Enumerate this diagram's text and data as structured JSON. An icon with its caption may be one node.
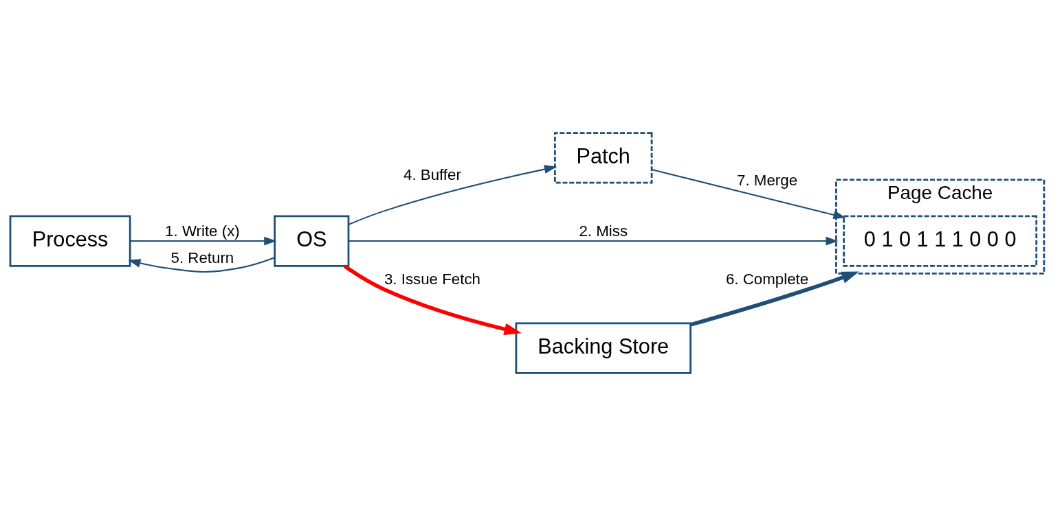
{
  "diagram": {
    "nodes": [
      {
        "text": [
          "Process"
        ]
      },
      {
        "text": [
          "OS"
        ]
      },
      {
        "text": [
          "Patch"
        ]
      },
      {
        "text": [
          "Page Cache"
        ]
      },
      {
        "text": [
          "0 1 0 1 1 1 0 0 0"
        ],
        "in": 3
      },
      {
        "text": [
          "Backing Store"
        ]
      }
    ],
    "edges": [
      {
        "from": 0,
        "to": 1,
        "arrow": "to",
        "label": "1. Write (x)"
      },
      {
        "from": 1,
        "to": 3,
        "arrow": "to",
        "label": "2. Miss"
      },
      {
        "from": 1,
        "to": 5,
        "arrow": "to",
        "label": "3. Issue Fetch",
        "style": "thick",
        "color": "#ff0000"
      },
      {
        "from": 1,
        "to": 2,
        "arrow": "to",
        "label": "4. Buffer"
      },
      {
        "from": 1,
        "to": 0,
        "arrow": "to",
        "label": "5. Return"
      },
      {
        "from": 5,
        "to": 3,
        "arrow": "to",
        "label": "6. Complete",
        "style": "thick"
      },
      {
        "from": 2,
        "to": 4,
        "arrow": "to",
        "label": "7. Merge"
      }
    ]
  }
}
